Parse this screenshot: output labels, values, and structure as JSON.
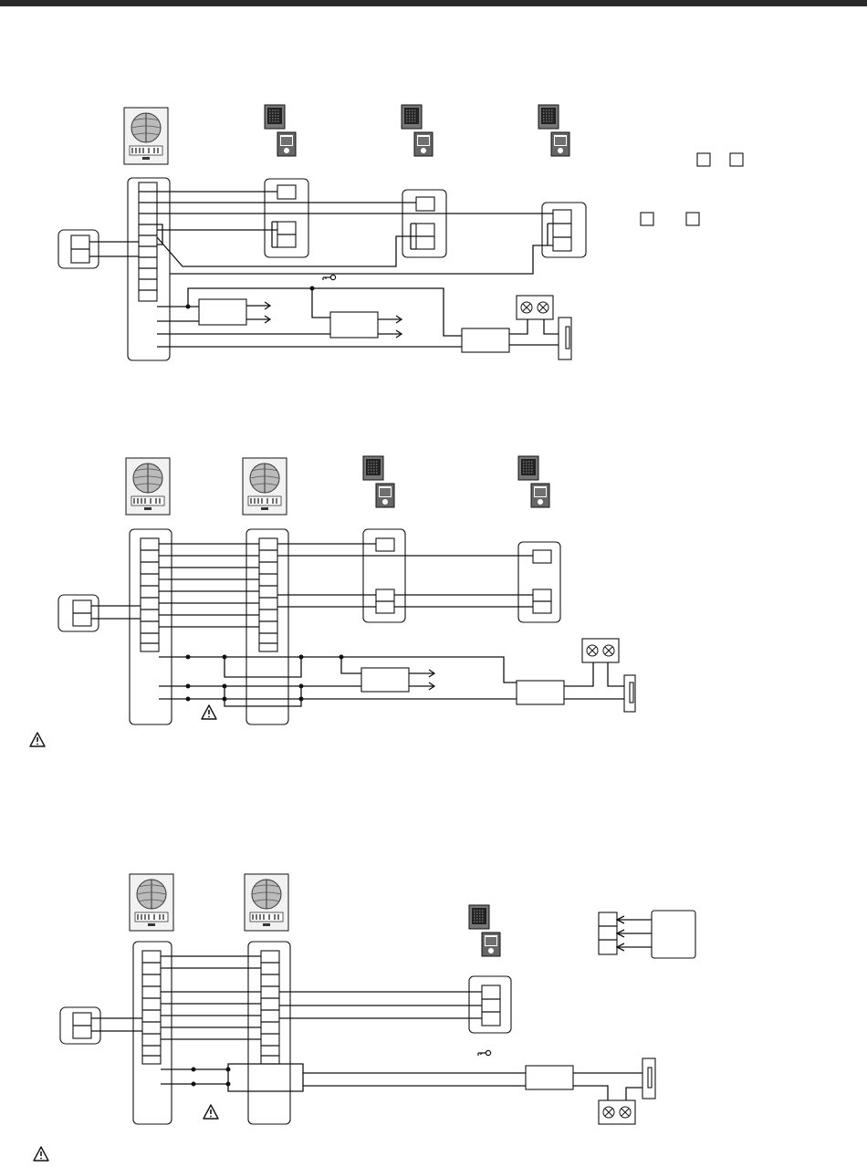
{
  "page": {
    "header_bar_color": "#2a2a2a"
  },
  "icons": {
    "master_station": "master-station-icon",
    "door_station": "door-station-icon",
    "power_supply": "power-supply-icon",
    "door_release": "door-release-icon",
    "key": "key-icon",
    "lamp": "lamp-icon",
    "warning": "warning-triangle-icon"
  },
  "diagrams": [
    {
      "name": "wiring-diagram-1",
      "master_stations": 1,
      "door_stations": 3
    },
    {
      "name": "wiring-diagram-2",
      "master_stations": 2,
      "door_stations": 2
    },
    {
      "name": "wiring-diagram-3",
      "master_stations": 2,
      "door_stations": 1
    }
  ]
}
